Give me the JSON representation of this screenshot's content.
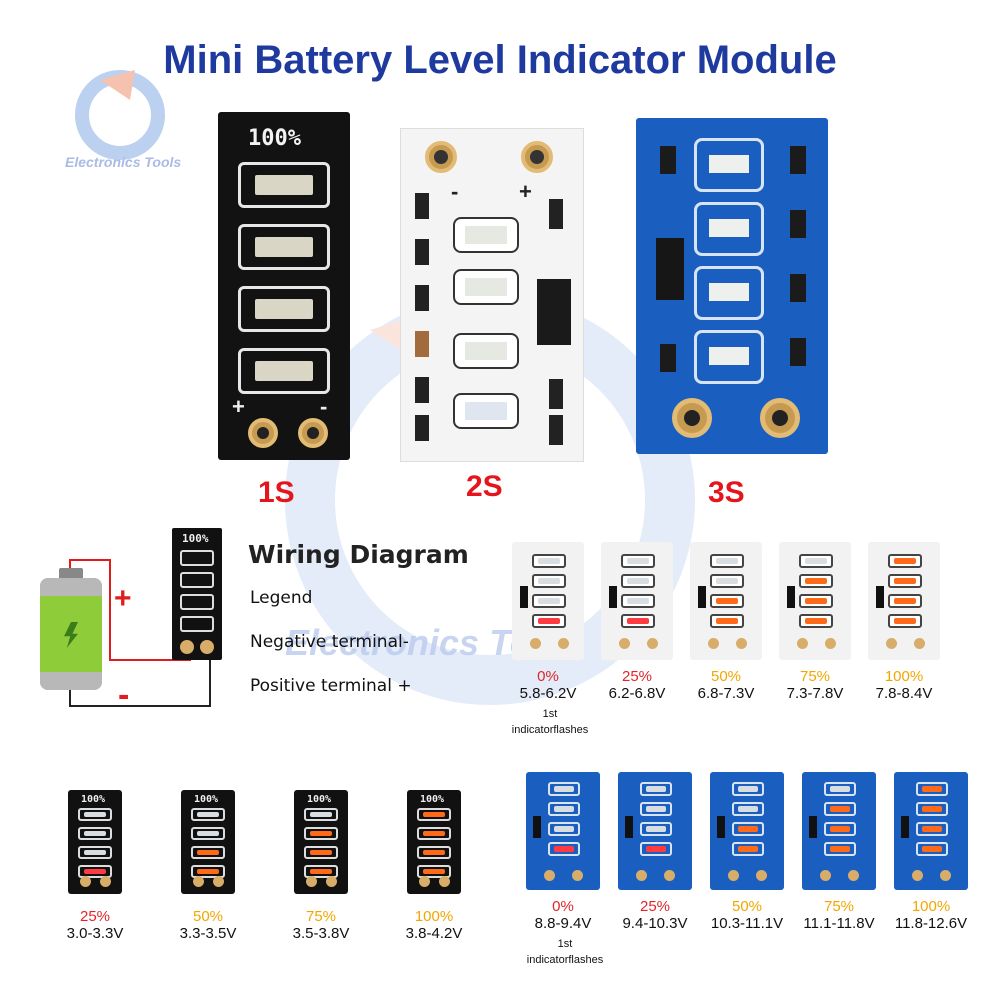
{
  "title": "Mini Battery Level Indicator Module",
  "watermark": "Electronics Tools",
  "boards": [
    {
      "label": "1S"
    },
    {
      "label": "2S"
    },
    {
      "label": "3S"
    }
  ],
  "silkscreen": {
    "full": "100%",
    "plus": "+",
    "minus": "-"
  },
  "wiring": {
    "title": "Wiring Diagram",
    "legend": "Legend",
    "negative": "Negative terminal-",
    "positive": "Positive terminal +",
    "plus_sign": "+",
    "minus_sign": "-"
  },
  "note": {
    "line1": "1st",
    "line2": "indicatorflashes"
  },
  "s1_levels": [
    {
      "pct": "25%",
      "range": "3.0-3.3V",
      "lit": 1,
      "color": "#e0262a"
    },
    {
      "pct": "50%",
      "range": "3.3-3.5V",
      "lit": 2,
      "color": "#f2a600"
    },
    {
      "pct": "75%",
      "range": "3.5-3.8V",
      "lit": 3,
      "color": "#f2a600"
    },
    {
      "pct": "100%",
      "range": "3.8-4.2V",
      "lit": 4,
      "color": "#f2a600"
    }
  ],
  "s2_levels": [
    {
      "pct": "0%",
      "range": "5.8-6.2V",
      "lit": 1,
      "color": "#e0262a"
    },
    {
      "pct": "25%",
      "range": "6.2-6.8V",
      "lit": 1,
      "color": "#e0262a"
    },
    {
      "pct": "50%",
      "range": "6.8-7.3V",
      "lit": 2,
      "color": "#f2a600"
    },
    {
      "pct": "75%",
      "range": "7.3-7.8V",
      "lit": 3,
      "color": "#f2a600"
    },
    {
      "pct": "100%",
      "range": "7.8-8.4V",
      "lit": 4,
      "color": "#f2a600"
    }
  ],
  "s3_levels": [
    {
      "pct": "0%",
      "range": "8.8-9.4V",
      "lit": 1,
      "color": "#e0262a"
    },
    {
      "pct": "25%",
      "range": "9.4-10.3V",
      "lit": 1,
      "color": "#e0262a"
    },
    {
      "pct": "50%",
      "range": "10.3-11.1V",
      "lit": 2,
      "color": "#f2a600"
    },
    {
      "pct": "75%",
      "range": "11.1-11.8V",
      "lit": 3,
      "color": "#f2a600"
    },
    {
      "pct": "100%",
      "range": "11.8-12.6V",
      "lit": 4,
      "color": "#f2a600"
    }
  ],
  "colors": {
    "title": "#1f3a9e",
    "label_red": "#e4161c",
    "led_off": "#d7dde0",
    "led_lit": "#ff6a1a",
    "led_first": "#ff3a40"
  }
}
